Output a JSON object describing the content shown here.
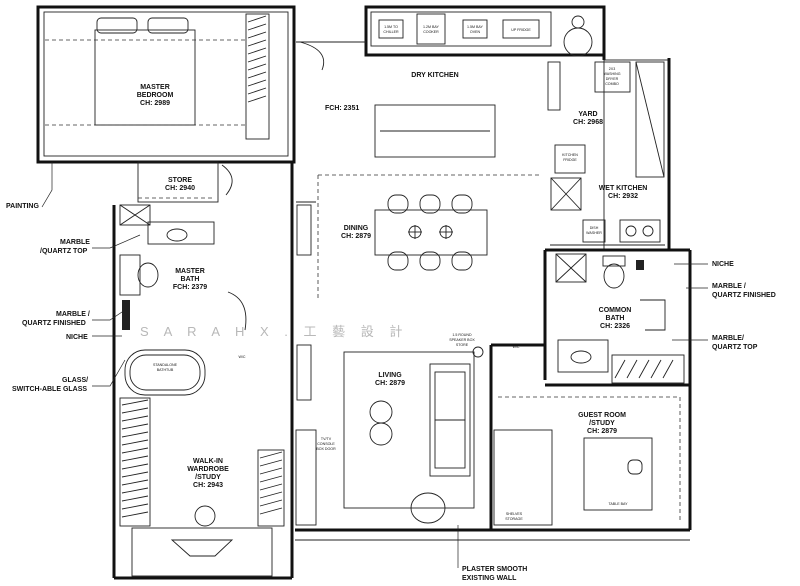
{
  "rooms": {
    "master_bedroom": {
      "name1": "MASTER",
      "name2": "BEDROOM",
      "ch": "CH: 2989"
    },
    "store": {
      "name": "STORE",
      "ch": "CH: 2940"
    },
    "master_bath": {
      "name1": "MASTER",
      "name2": "BATH",
      "ch": "FCH: 2379"
    },
    "walk_in": {
      "name1": "WALK-IN",
      "name2": "WARDROBE",
      "name3": "/STUDY",
      "ch": "CH: 2943"
    },
    "dry_kitchen": {
      "name": "DRY KITCHEN"
    },
    "fch_dry": {
      "text": "FCH: 2351"
    },
    "yard": {
      "name": "YARD",
      "ch": "CH: 2968"
    },
    "wet_kitchen": {
      "name": "WET KITCHEN",
      "ch": "CH: 2932"
    },
    "dining": {
      "name": "DINING",
      "ch": "CH: 2879"
    },
    "living": {
      "name": "LIVING",
      "ch": "CH: 2879"
    },
    "common_bath": {
      "name1": "COMMON",
      "name2": "BATH",
      "ch": "CH: 2326"
    },
    "guest_room": {
      "name1": "GUEST ROOM",
      "name2": "/STUDY",
      "ch": "CH: 2879"
    }
  },
  "callouts": {
    "painting": "PAINTING",
    "marble_top_1": "MARBLE",
    "marble_top_2": "/QUARTZ TOP",
    "marble_fin_1": "MARBLE /",
    "marble_fin_2": "QUARTZ FINISHED",
    "niche_left": "NICHE",
    "glass_1": "GLASS/",
    "glass_2": "SWITCH-ABLE GLASS",
    "niche_right": "NICHE",
    "marble_fin_r1": "MARBLE /",
    "marble_fin_r2": "QUARTZ FINISHED",
    "marble_top_r1": "MARBLE/",
    "marble_top_r2": "QUARTZ TOP",
    "plaster_1": "PLASTER SMOOTH",
    "plaster_2": "EXISTING WALL"
  },
  "small_labels": {
    "wc": "W/C",
    "standalone_bathtub_1": "STANDALONE",
    "standalone_bathtub_2": "BATHTUB",
    "fridge_1": "1.5M TO",
    "fridge_2": "CHILLER",
    "hob_1": "1.2M BAY",
    "hob_2": "COOKER",
    "oven_1": "1.5M BAY",
    "oven_2": "OVEN",
    "upfridge": "UP FRIDGE",
    "washer_1": "2X3",
    "washer_2": "WASHING",
    "washer_3": "DRYER",
    "washer_4": "COMBO",
    "kitchen_fridge_1": "KITCHEN",
    "kitchen_fridge_2": "FRIDGE",
    "dish_1": "DISH",
    "dish_2": "WASHER",
    "speaker_1": "1.5 ROUND",
    "speaker_2": "SPEAKER BOX",
    "speaker_3": "STORE",
    "tv_1": "TV/TV",
    "tv_2": "CONSOLE",
    "tv_3": "BOX DOOR",
    "shelf_1": "SHELVES",
    "shelf_2": "STORAGE",
    "desk": "TABLE BAY"
  },
  "watermark": "S A R A H X . 工 藝 設 計"
}
